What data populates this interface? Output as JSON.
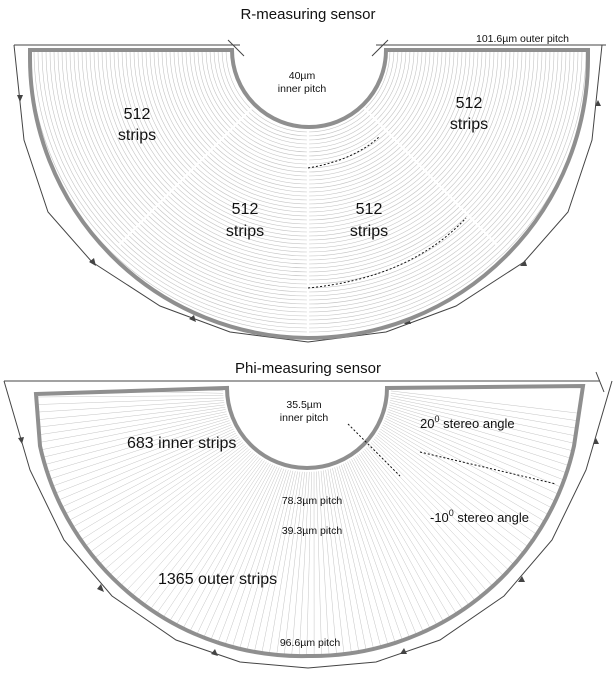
{
  "r_sensor": {
    "title": "R-measuring sensor",
    "inner_pitch": "40µm",
    "inner_pitch_label": "inner pitch",
    "outer_pitch": "101.6µm outer pitch",
    "sector_count": "512",
    "sector_label": "strips"
  },
  "phi_sensor": {
    "title": "Phi-measuring sensor",
    "inner_pitch": "35.5µm",
    "inner_pitch_label": "inner pitch",
    "stereo_angle_inner_value": "20",
    "stereo_angle_inner_exp": "0",
    "stereo_angle_inner_label": " stereo angle",
    "stereo_angle_outer_value": "-10",
    "stereo_angle_outer_exp": "0",
    "stereo_angle_outer_label": " stereo angle",
    "inner_strips": "683 inner strips",
    "pitch_1": "78.3µm pitch",
    "pitch_2": "39.3µm pitch",
    "outer_strips": "1365 outer strips",
    "pitch_3": "96.6µm pitch"
  },
  "colors": {
    "sensor_outline": "#8f8f8f",
    "strip_line": "#c4c4c4",
    "frame_line": "#444444"
  }
}
